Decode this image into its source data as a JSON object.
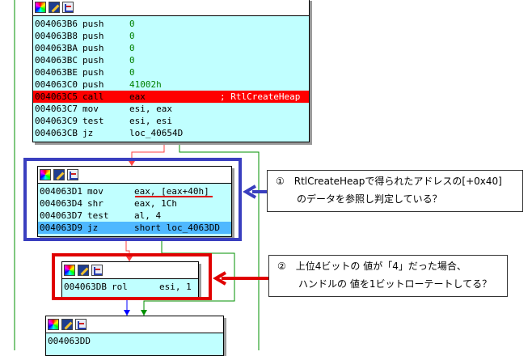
{
  "toolbar": {
    "icons": [
      "color-palette-icon",
      "edit-pencil-icon",
      "graph-view-icon"
    ]
  },
  "colors": {
    "node_bg": "#c0ffff",
    "highlight_red": "#ff0000",
    "highlight_blue": "#4fb8ff",
    "annotation_blue": "#3a3fbf",
    "annotation_red": "#e00000",
    "numeric": "#008000",
    "edge_green": "#009000"
  },
  "nodes": {
    "top": {
      "rows": [
        {
          "addr": "004063B6",
          "mn": "push",
          "op": "0"
        },
        {
          "addr": "004063B8",
          "mn": "push",
          "op": "0"
        },
        {
          "addr": "004063BA",
          "mn": "push",
          "op": "0"
        },
        {
          "addr": "004063BC",
          "mn": "push",
          "op": "0"
        },
        {
          "addr": "004063BE",
          "mn": "push",
          "op": "0"
        },
        {
          "addr": "004063C0",
          "mn": "push",
          "op": "41002h"
        },
        {
          "addr": "004063C5",
          "mn": "call",
          "op": "eax",
          "cmt": "; RtlCreateHeap"
        },
        {
          "addr": "004063C7",
          "mn": "mov",
          "op": "esi, eax"
        },
        {
          "addr": "004063C9",
          "mn": "test",
          "op": "esi, esi"
        },
        {
          "addr": "004063CB",
          "mn": "jz",
          "op": "loc_40654D"
        }
      ]
    },
    "middle": {
      "rows": [
        {
          "addr": "004063D1",
          "mn": "mov",
          "op": "eax, [eax+40h]"
        },
        {
          "addr": "004063D4",
          "mn": "shr",
          "op": "eax, 1Ch"
        },
        {
          "addr": "004063D7",
          "mn": "test",
          "op": "al, 4"
        },
        {
          "addr": "004063D9",
          "mn": "jz",
          "op": "short loc_4063DD"
        }
      ]
    },
    "rol": {
      "rows": [
        {
          "addr": "004063DB",
          "mn": "rol",
          "op": "esi, 1"
        }
      ]
    },
    "bottom": {
      "rows": [
        {
          "addr": "004063DD"
        }
      ]
    }
  },
  "annotations": {
    "note1": {
      "line1": "①　RtlCreateHeapで得られたアドレスの[+0x40]",
      "line2": "のデータを参照し判定している？"
    },
    "note2": {
      "line1": "②　上位4ビットの 値が「4」だった場合、",
      "line2": "ハンドルの 値を1ビットローテートしてる？"
    }
  }
}
